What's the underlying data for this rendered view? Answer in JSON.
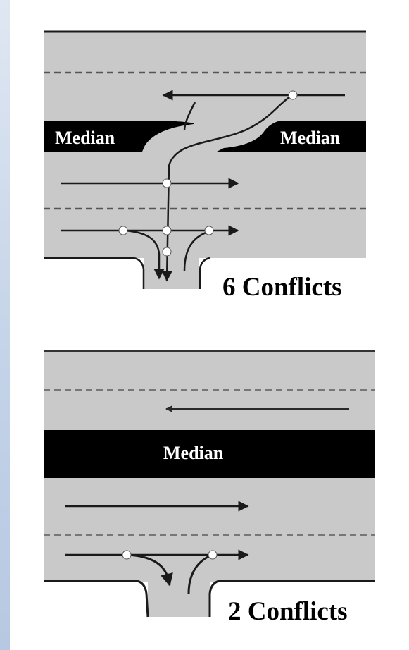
{
  "top_diagram": {
    "median_left_label": "Median",
    "median_right_label": "Median",
    "conflict_count_label": "6 Conflicts",
    "conflict_points": 6
  },
  "bottom_diagram": {
    "median_label": "Median",
    "conflict_count_label": "2 Conflicts",
    "conflict_points": 2
  },
  "colors": {
    "pavement": "#c9c9c9",
    "median": "#000000",
    "conflict_point": "#ffffff",
    "side_band": "#c4d3e8"
  }
}
